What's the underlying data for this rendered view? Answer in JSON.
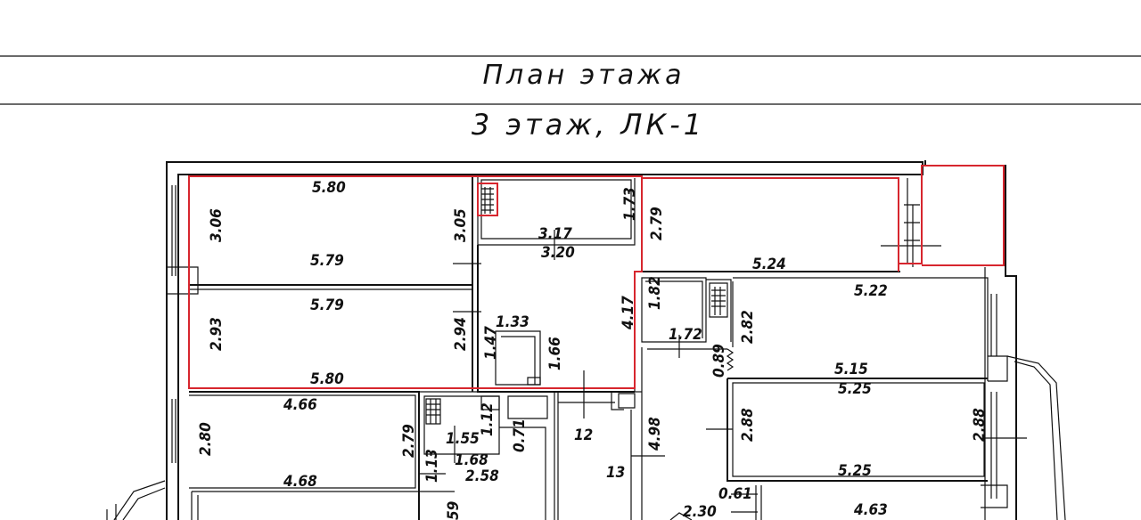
{
  "header": {
    "title": "План этажа",
    "subtitle": "3 этаж, ЛК-1"
  },
  "colors": {
    "lines": "#111111",
    "highlight": "#d7262e",
    "background": "#ffffff"
  },
  "dimensions": [
    "5.80",
    "3.06",
    "3.05",
    "5.79",
    "1.73",
    "3.17",
    "3.20",
    "2.79",
    "5.24",
    "5.79",
    "2.93",
    "2.94",
    "1.33",
    "1.47",
    "1.66",
    "4.17",
    "1.82",
    "1.72",
    "2.82",
    "0.89",
    "5.22",
    "5.80",
    "5.15",
    "5.25",
    "4.66",
    "2.80",
    "2.79",
    "1.12",
    "1.55",
    "0.71",
    "1.68",
    "12",
    "1.13",
    "2.58",
    "4.98",
    "13",
    "2.88",
    "2.88",
    "4.68",
    "5.25",
    "0.61",
    "2.30",
    "4.63",
    "59"
  ]
}
